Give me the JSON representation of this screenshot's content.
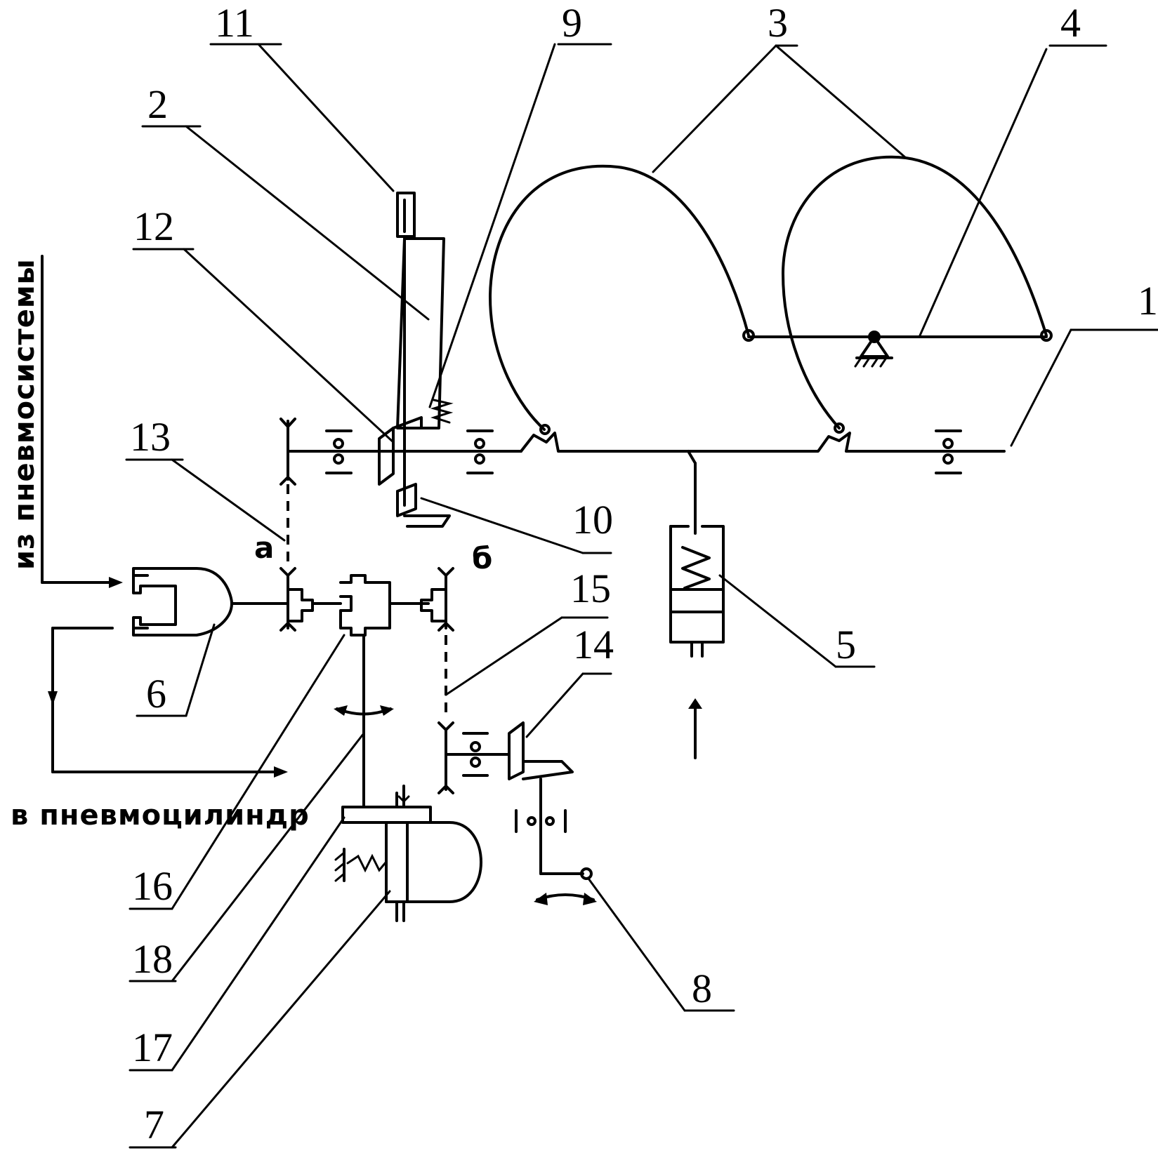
{
  "labels": {
    "n1": "1",
    "n2": "2",
    "n3": "3",
    "n4": "4",
    "n5": "5",
    "n6": "6",
    "n7": "7",
    "n8": "8",
    "n9": "9",
    "n10": "10",
    "n11": "11",
    "n12": "12",
    "n13": "13",
    "n14": "14",
    "n15": "15",
    "n16": "16",
    "n17": "17",
    "n18": "18"
  },
  "letters": {
    "a": "а",
    "b": "б"
  },
  "captions": {
    "from_pneumo": "из пневмосистемы",
    "to_cylinder": "в пневмоцилиндр"
  }
}
